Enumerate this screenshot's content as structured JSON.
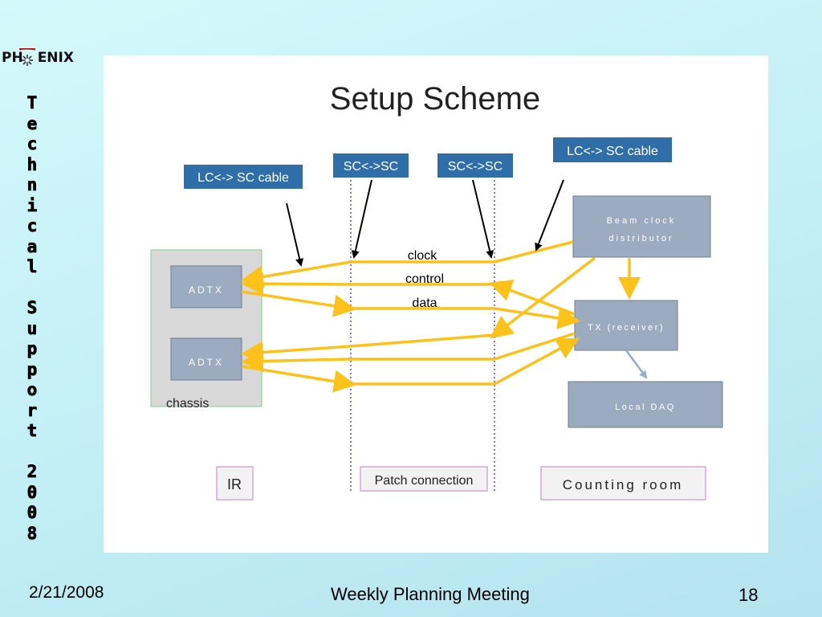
{
  "logo": {
    "text_left": "PH",
    "text_right": "ENIX"
  },
  "side_title": "Technical Support 2008",
  "diagram": {
    "title": "Setup Scheme",
    "labels": {
      "lc_sc_left": "LC<-> SC cable",
      "lc_sc_right": "LC<-> SC cable",
      "sc_sc_left": "SC<->SC",
      "sc_sc_right": "SC<->SC"
    },
    "boxes": {
      "adtx_top": "ADTX",
      "adtx_bottom": "ADTX",
      "chassis": "chassis",
      "beam_clock_line1": "Beam clock",
      "beam_clock_line2": "distributor",
      "tx_receiver": "TX (receiver)",
      "local_daq": "Local DAQ"
    },
    "signals": {
      "clock": "clock",
      "control": "control",
      "data": "data"
    },
    "zones": {
      "ir": "IR",
      "patch": "Patch connection",
      "counting": "Counting room"
    },
    "colors": {
      "arrow": "#fcc21a",
      "box": "#9cabc0",
      "label_bg": "#2f6ea9"
    }
  },
  "footer": {
    "date": "2/21/2008",
    "title": "Weekly Planning Meeting",
    "page": "18"
  }
}
